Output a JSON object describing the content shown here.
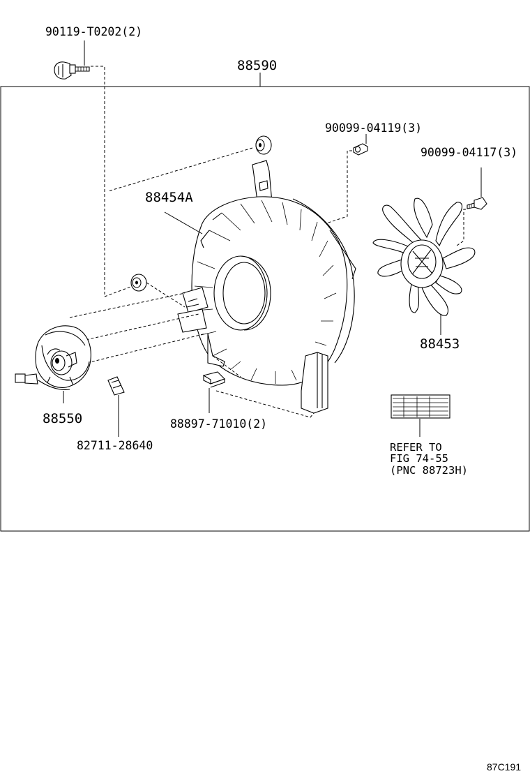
{
  "labels": {
    "bolt_top": "90119-T0202(2)",
    "assembly": "88590",
    "nut_3": "90099-04119(3)",
    "bolt_right": "90099-04117(3)",
    "shroud": "88454A",
    "fan": "88453",
    "motor": "88550",
    "connector": "82711-28640",
    "clip": "88897-71010(2)"
  },
  "refer": {
    "line1": "REFER TO",
    "line2": "FIG 74-55",
    "line3": "(PNC 88723H)"
  },
  "figure_code": "87C191"
}
